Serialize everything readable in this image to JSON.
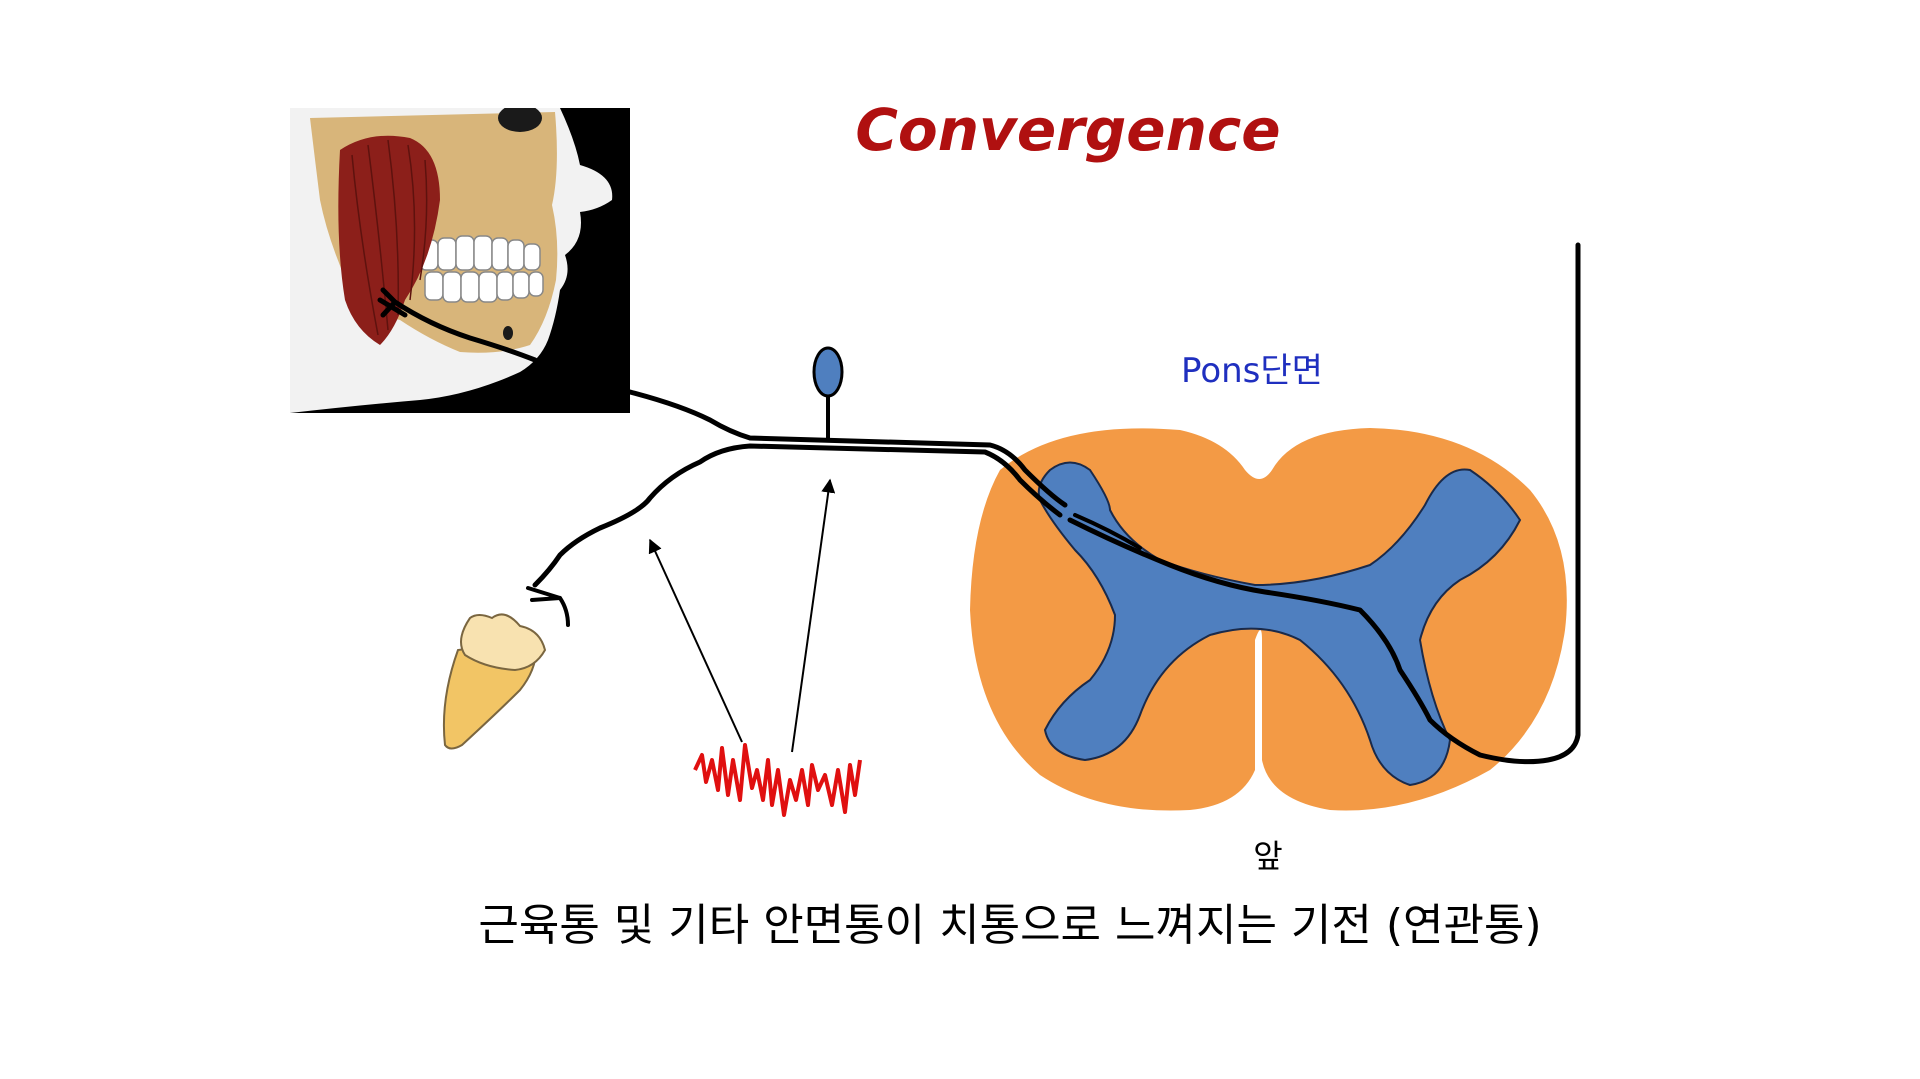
{
  "title": "Convergence",
  "pons_label": "Pons단면",
  "anterior_label": "앞",
  "caption": "근육통 및 기타 안면통이 치통으로 느껴지는 기전 (연관통)",
  "colors": {
    "title": "#b01010",
    "pons_label": "#1f2fbf",
    "cord_white_matter": "#f39a45",
    "cord_gray_matter": "#4f7fbf",
    "neuron_body": "#4f7fbf",
    "nerve": "#000000",
    "pain_signal": "#e01010",
    "muscle": "#8c1f1a",
    "skull": "#d8b57a",
    "skin": "#f2f2f2",
    "tooth_crown": "#f8e2b0",
    "tooth_root": "#f2c565"
  },
  "icons": {
    "face": "jaw-muscle-illustration",
    "tooth": "molar-tooth-icon",
    "cross_section": "pons-cross-section",
    "pain": "pain-signal-zigzag"
  }
}
